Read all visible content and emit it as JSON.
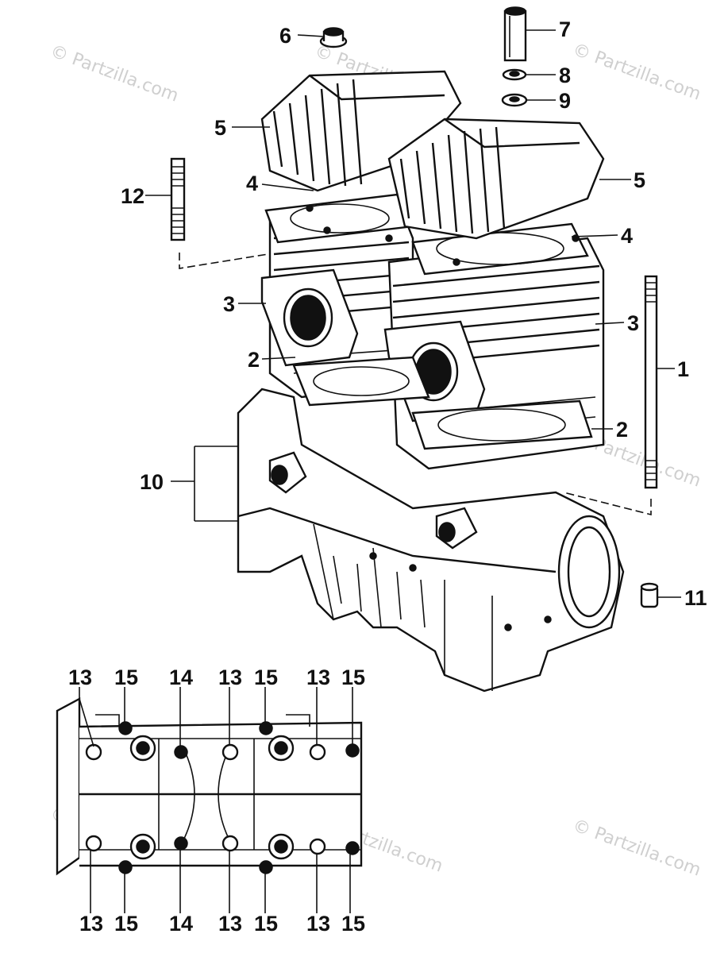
{
  "watermark": "© Partzilla.com",
  "callouts": {
    "c1": "1",
    "c2a": "2",
    "c2b": "2",
    "c3a": "3",
    "c3b": "3",
    "c4a": "4",
    "c4b": "4",
    "c5a": "5",
    "c5b": "5",
    "c6": "6",
    "c7": "7",
    "c8": "8",
    "c9": "9",
    "c10": "10",
    "c11": "11",
    "c12": "12"
  },
  "bottom_labels": {
    "top": [
      "13",
      "15",
      "14",
      "13",
      "15",
      "13",
      "15"
    ],
    "bottom": [
      "13",
      "15",
      "14",
      "13",
      "15",
      "13",
      "15"
    ]
  }
}
